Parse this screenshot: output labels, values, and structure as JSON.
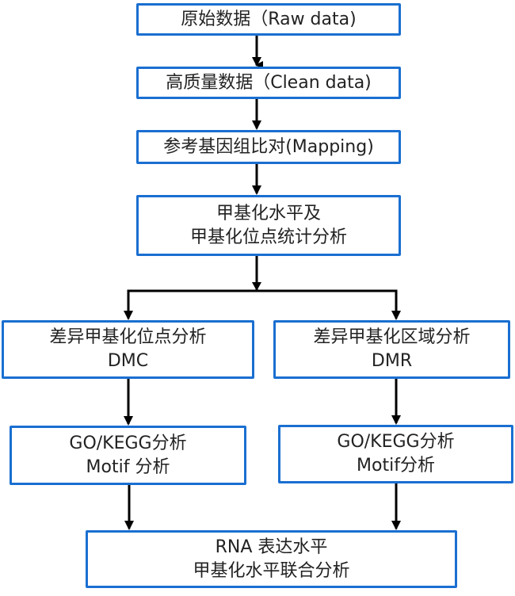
{
  "nodes": {
    "raw": {
      "lines": [
        "原始数据（Raw data)"
      ]
    },
    "clean": {
      "lines": [
        "高质量数据（Clean data)"
      ]
    },
    "mapping": {
      "lines": [
        "参考基因组比对(Mapping)"
      ]
    },
    "methyl_stats": {
      "lines": [
        "甲基化水平及",
        "甲基化位点统计分析"
      ]
    },
    "dmc": {
      "lines": [
        "差异甲基化位点分析",
        "DMC"
      ]
    },
    "dmr": {
      "lines": [
        "差异甲基化区域分析",
        "DMR"
      ]
    },
    "go_left": {
      "lines": [
        "GO/KEGG分析",
        "Motif 分析"
      ]
    },
    "go_right": {
      "lines": [
        "GO/KEGG分析",
        "Motif分析"
      ]
    },
    "joint": {
      "lines": [
        "RNA 表达水平",
        "甲基化水平联合分析"
      ]
    }
  },
  "edges": [
    [
      "raw",
      "clean"
    ],
    [
      "clean",
      "mapping"
    ],
    [
      "mapping",
      "methyl_stats"
    ],
    [
      "methyl_stats",
      "dmc"
    ],
    [
      "methyl_stats",
      "dmr"
    ],
    [
      "dmc",
      "go_left"
    ],
    [
      "dmr",
      "go_right"
    ],
    [
      "go_left",
      "joint"
    ],
    [
      "go_right",
      "joint"
    ]
  ],
  "colors": {
    "box_border": "#1a6fd1",
    "arrow": "#000000",
    "text": "#222222"
  }
}
